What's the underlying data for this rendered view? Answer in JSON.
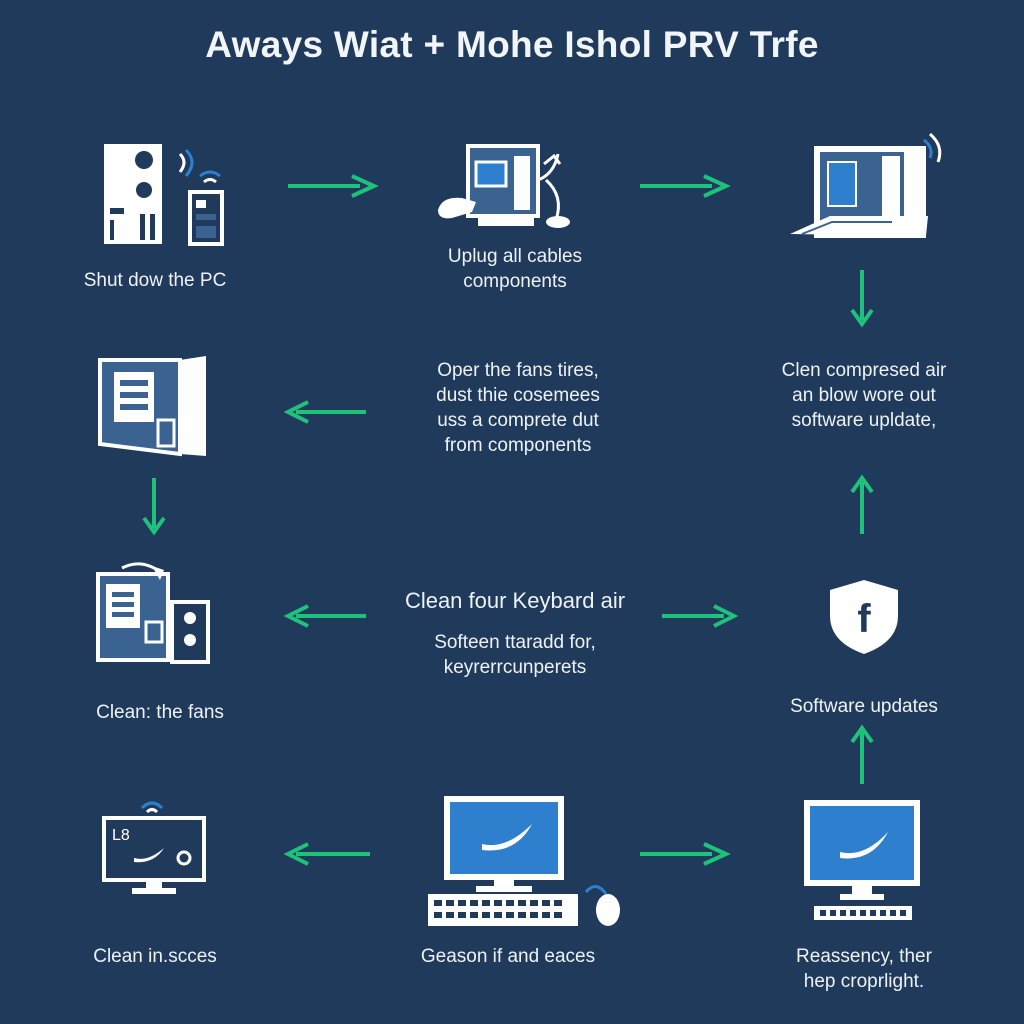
{
  "title": "Aways Wiat + Mohe Ishol PRV Trfe",
  "colors": {
    "background": "#203a5c",
    "arrow": "#1fc27a",
    "icon_stroke": "#ffffff",
    "screen_fill": "#2f7fcf",
    "icon_fill": "#3a6391"
  },
  "steps": {
    "shutdown": {
      "icon": "pc-tower-wifi-icon",
      "lines": [
        "Shut dow the PC"
      ]
    },
    "unplug": {
      "icon": "pc-hand-cables-icon",
      "lines": [
        "Uplug all cables",
        "components"
      ]
    },
    "laptop_open": {
      "icon": "laptop-open-case-icon",
      "lines": []
    },
    "open_case": {
      "icon": "open-pc-case-icon",
      "lines": []
    },
    "open_fans_text": {
      "lines": [
        "Oper the fans tires,",
        "dust thie cosemees",
        "uss a comprete dut",
        "from components"
      ]
    },
    "compressed_air": {
      "icon": "",
      "lines": [
        "Clen compresed air",
        "an blow wore out",
        "software upldate,"
      ]
    },
    "clean_fans": {
      "icon": "pc-internals-cleaning-icon",
      "lines": [
        "Clean: the fans"
      ]
    },
    "keyboard": {
      "title": "Clean four Keybard air",
      "lines": [
        "Softeen ttaradd for,",
        "keyrerrcunperets"
      ]
    },
    "software": {
      "icon": "shield-f-icon",
      "shield_letter": "f",
      "lines": [
        "Software updates"
      ]
    },
    "screens": {
      "icon": "monitor-wifi-icon",
      "screen_text": "L8",
      "lines": [
        "Clean in.scces"
      ]
    },
    "desktop": {
      "icon": "desktop-keyboard-mouse-icon",
      "lines": [
        "Geason if and eaces"
      ]
    },
    "reassemble": {
      "icon": "monitor-keyboard-icon",
      "lines": [
        "Reassency, ther",
        "hep croprlight."
      ]
    }
  }
}
